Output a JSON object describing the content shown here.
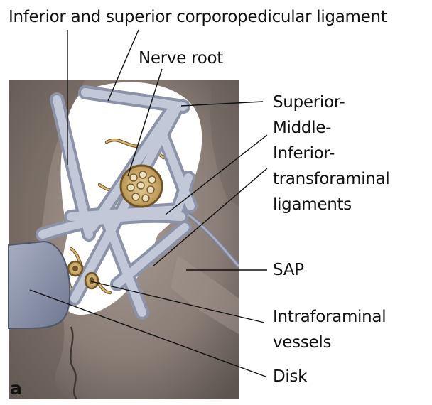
{
  "figure": {
    "panel_letter": "a",
    "labels": {
      "corporopedicular": "Inferior and superior corporopedicular ligament",
      "nerve_root": "Nerve root",
      "transforaminal": [
        "Superior-",
        "Middle-",
        "Inferior-",
        "transforaminal",
        "ligaments"
      ],
      "sap": "SAP",
      "intraforaminal": [
        "Intraforaminal",
        "vessels"
      ],
      "disk": "Disk"
    }
  },
  "colors": {
    "bone": "#8d8079",
    "bone_dark": "#5e544f",
    "ligament": "#b9bfd0",
    "vessel": "#c9a864",
    "disk": "#8790a8",
    "leader": "#111111"
  }
}
